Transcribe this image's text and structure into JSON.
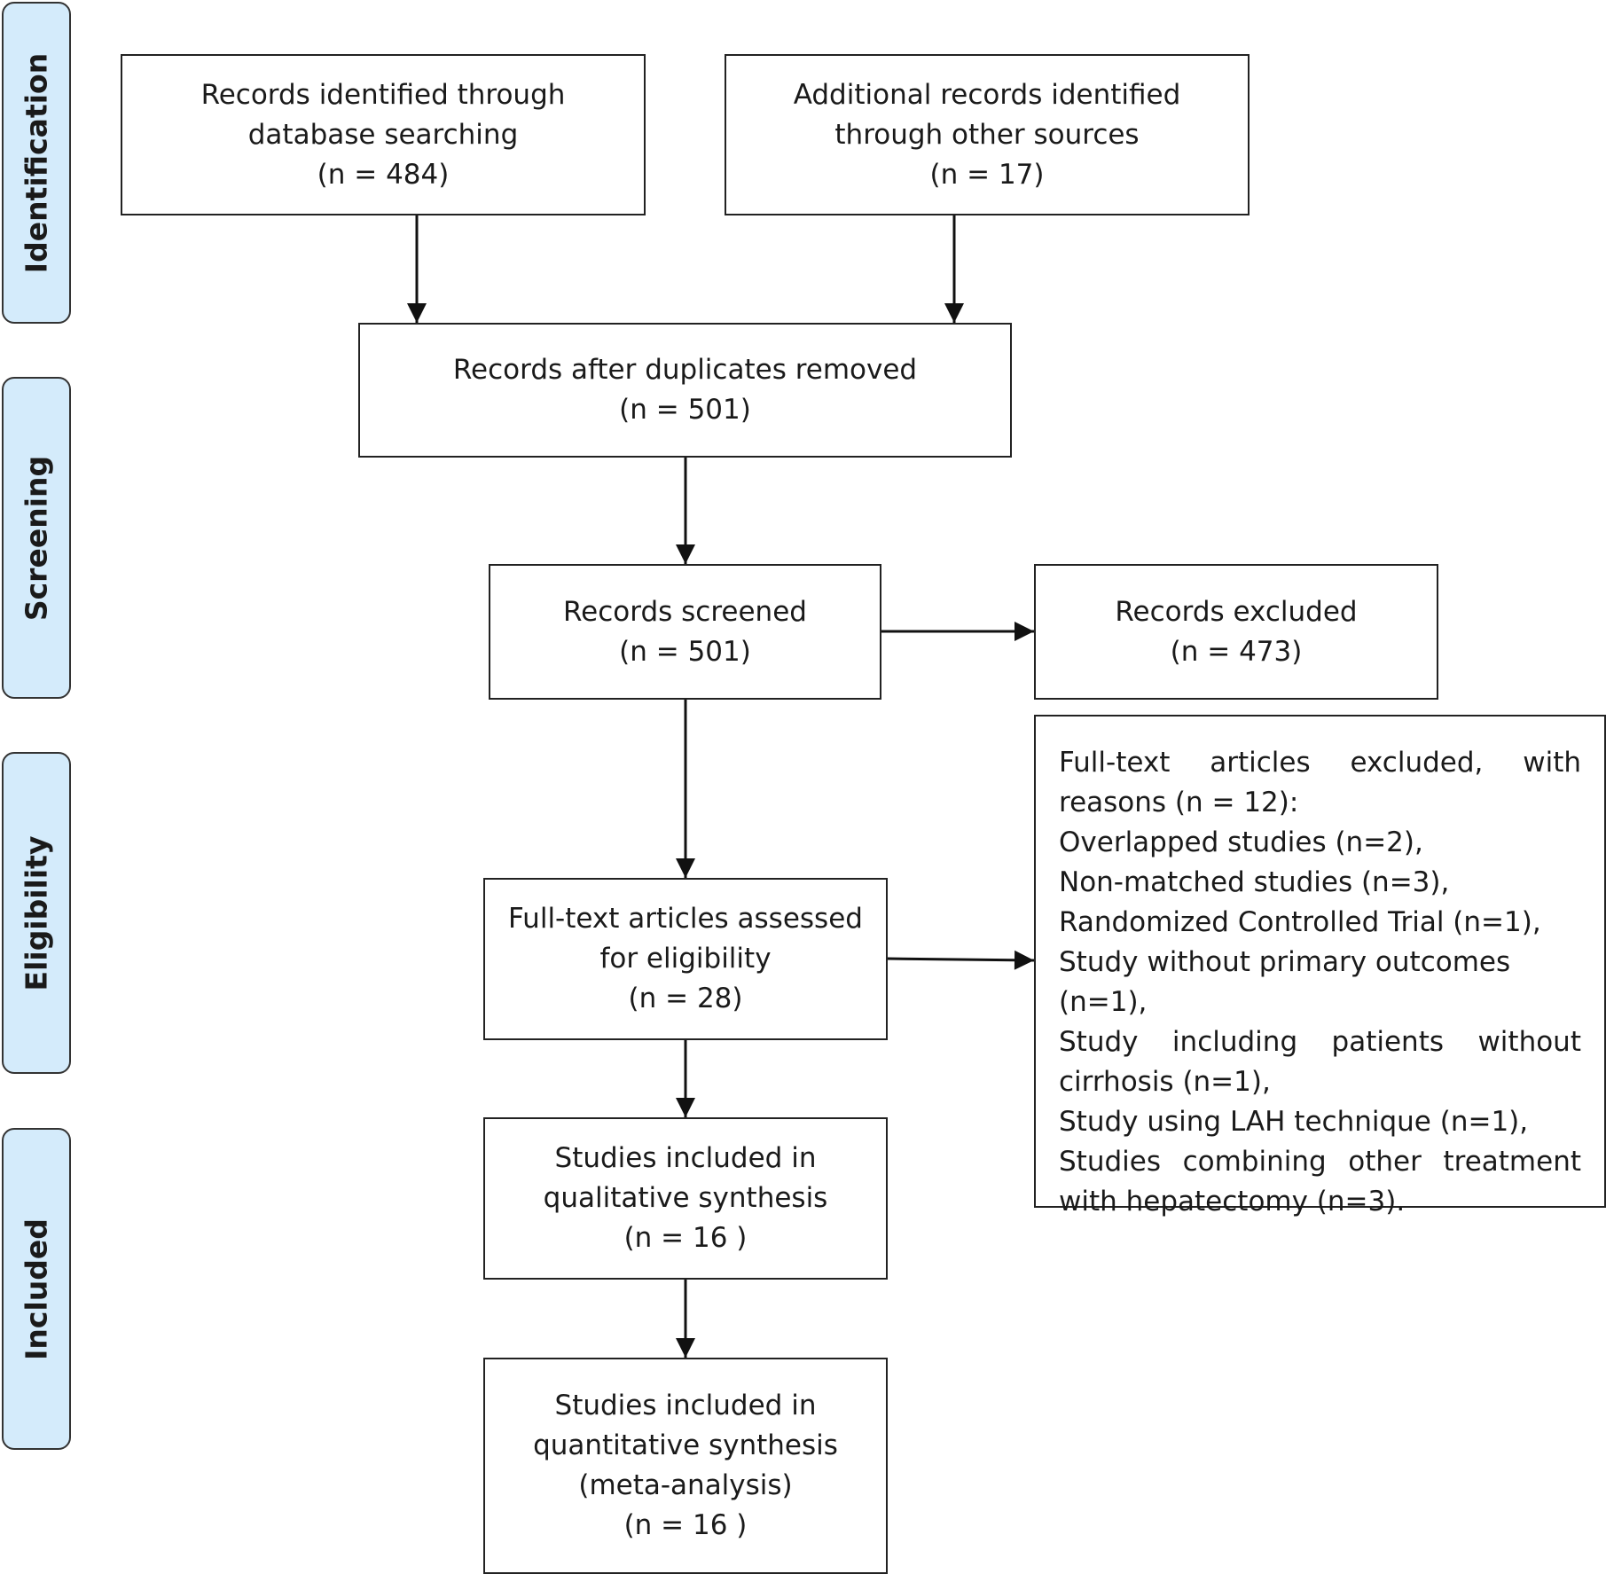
{
  "phases": {
    "identification": "Identification",
    "screening": "Screening",
    "eligibility": "Eligibility",
    "included": "Included"
  },
  "boxes": {
    "database_search": {
      "lines": [
        "Records identified through",
        "database searching",
        "(n = 484)"
      ]
    },
    "other_sources": {
      "lines": [
        "Additional records identified",
        "through other sources",
        "(n = 17)"
      ]
    },
    "duplicates_removed": {
      "lines": [
        "Records after duplicates removed",
        "(n = 501)"
      ]
    },
    "screened": {
      "lines": [
        "Records screened",
        "(n = 501)"
      ]
    },
    "excluded": {
      "lines": [
        "Records excluded",
        "(n = 473)"
      ]
    },
    "fulltext_assessed": {
      "lines": [
        "Full-text articles assessed",
        "for eligibility",
        "(n = 28)"
      ]
    },
    "qualitative": {
      "lines": [
        "Studies included in",
        "qualitative synthesis",
        "(n = 16 )"
      ]
    },
    "quantitative": {
      "lines": [
        "Studies included in",
        "quantitative synthesis",
        "(meta-analysis)",
        "(n = 16 )"
      ]
    },
    "fulltext_excluded": {
      "lines": [
        "Full-text articles excluded, with",
        "reasons (n = 12):",
        "Overlapped studies (n=2),",
        "Non-matched studies (n=3),",
        "Randomized Controlled Trial (n=1),",
        "Study without primary outcomes (n=1),",
        "Study including patients without",
        "cirrhosis (n=1),",
        "Study using LAH technique (n=1),",
        "Studies combining other treatment",
        "with hepatectomy (n=3)."
      ]
    }
  }
}
